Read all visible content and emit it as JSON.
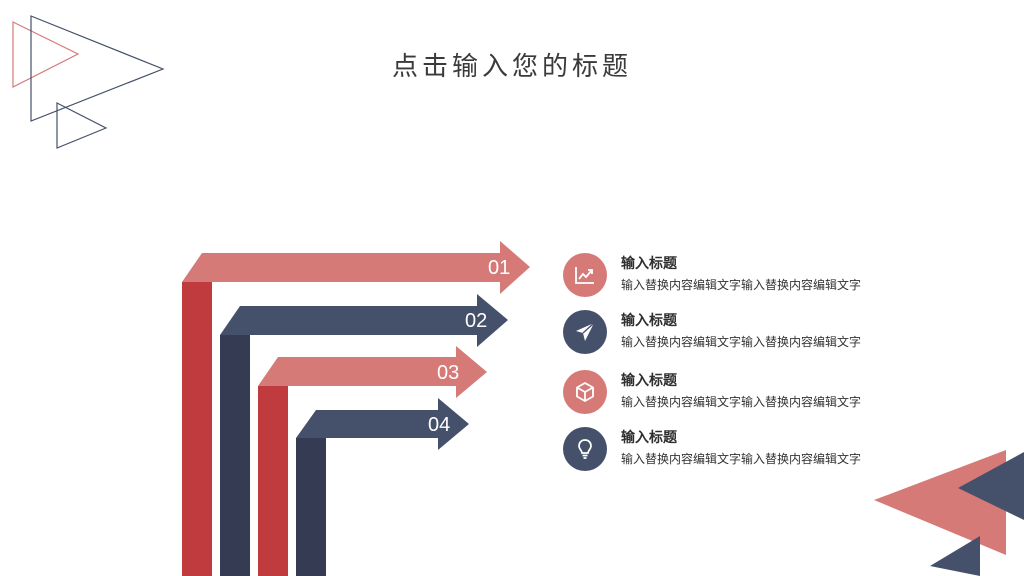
{
  "title": "点击输入您的标题",
  "colors": {
    "red": "#D67A78",
    "red_dark": "#BF3B3D",
    "navy": "#45516B",
    "navy_dark": "#343B52"
  },
  "arrows": [
    {
      "number": "01",
      "color": "red"
    },
    {
      "number": "02",
      "color": "navy"
    },
    {
      "number": "03",
      "color": "red"
    },
    {
      "number": "04",
      "color": "navy"
    }
  ],
  "items": [
    {
      "icon": "line-chart-icon",
      "heading": "输入标题",
      "text": "输入替换内容编辑文字输入替换内容编辑文字"
    },
    {
      "icon": "paper-plane-icon",
      "heading": "输入标题",
      "text": "输入替换内容编辑文字输入替换内容编辑文字"
    },
    {
      "icon": "cube-icon",
      "heading": "输入标题",
      "text": "输入替换内容编辑文字输入替换内容编辑文字"
    },
    {
      "icon": "lightbulb-icon",
      "heading": "输入标题",
      "text": "输入替换内容编辑文字输入替换内容编辑文字"
    }
  ]
}
